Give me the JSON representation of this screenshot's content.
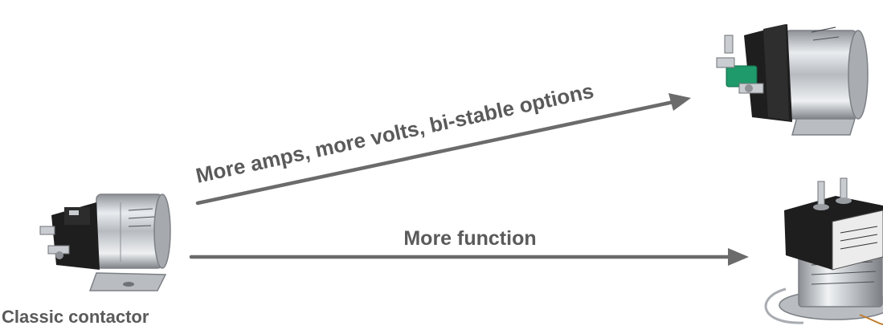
{
  "diagram": {
    "source_caption": "Classic contactor",
    "upper_arrow_label": "More amps, more volts, bi-stable options",
    "lower_arrow_label": "More function",
    "colors": {
      "arrow": "#6b6b6b",
      "text": "#5a5a5a",
      "metal": "#c9ccd0",
      "black_housing": "#1e1e1e",
      "green_terminal": "#1f9a6a"
    },
    "icons": {
      "source": "classic-contactor-image",
      "upper_target": "high-power-contactor-image",
      "lower_target": "multi-function-contactor-image"
    }
  }
}
